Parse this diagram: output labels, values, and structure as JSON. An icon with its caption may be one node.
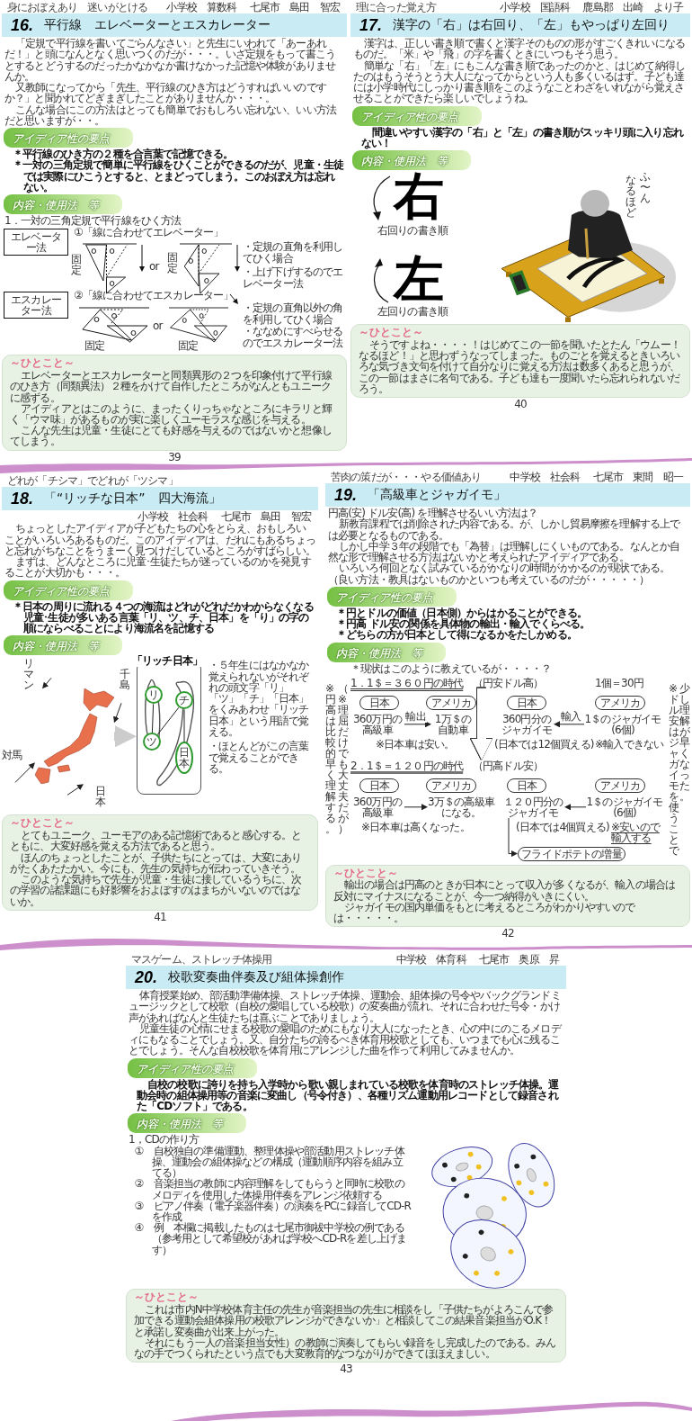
{
  "diagram": {
    "nodes": [
      {
        "text": [
          "16.",
          "平行線　エレベーターとエスカレーター"
        ]
      },
      {
        "text": [
          "アイディア性の要点"
        ]
      },
      {
        "text": [
          "内容・使用法　等"
        ]
      },
      {
        "text": [
          "エレベーター法"
        ]
      },
      {
        "text": [
          "エスカレーター法"
        ]
      },
      {
        "text": [
          "～ひとこと～",
          "エレベーターとエスカレーターと同類異形の２つを印象付けて平行線のひき方（同類異法）２種をかけて自作したところがなんともユニークに感ずる。",
          "アイディアとはこのように、まったくりっちゃなところにキラリと輝く「ウマ味」があるものが実に楽しくユーモラスな感じを与える。",
          "こんな先生は児童・生徒にとても好感を与えるのではないかと想像してしまう。"
        ]
      },
      {
        "text": [
          "17.",
          "漢字の「右」は右回り、「左」もやっぱり左回り"
        ]
      },
      {
        "text": [
          "アイディア性の要点"
        ]
      },
      {
        "text": [
          "内容・使用法　等"
        ]
      },
      {
        "text": [
          "～ひとこと～",
          "そうですよね・・・・！はじめてこの一節を聞いたとたん「ウムー！なるほど！」と思わずうなってしまった。ものごとを覚えるときいろいろな気づき文句を付けて自分なりに覚える方法は数多くあると思うが、この一節はまさに名句である。子ども達も一度聞いたら忘れられないだろう。"
        ]
      },
      {
        "text": [
          "18.",
          "「“リッチな日本”　四大海流」"
        ]
      },
      {
        "text": [
          "アイディア性の要点"
        ]
      },
      {
        "text": [
          "内容・使用法　等"
        ]
      },
      {
        "text": [],
        "shape": "picture"
      },
      {
        "text": [
          "「リッチ日本」"
        ]
      },
      {
        "text": [
          "リ"
        ],
        "in": 14
      },
      {
        "text": [
          "チ"
        ],
        "in": 14
      },
      {
        "text": [
          "ツ"
        ],
        "in": 14
      },
      {
        "text": [
          "日本"
        ],
        "in": 14
      },
      {
        "text": [
          "～ひとこと～",
          "とてもユニーク、ユーモアのある記憶術であると感心する。とともに、大変好感を覚える方法であると思う。",
          "ほんのちょっとしたことが、子供たちにとっては、大変にありがたくあたたかい。今にも、先生の気持ちが伝わっていきそう。",
          "このような気持ちで先生が児童・生徒に接しているうちに、次の学習の諸課題にも好影響をおよぼすのはまちがいないのではないか。"
        ]
      },
      {
        "text": [
          "19.",
          "「高級車とジャガイモ」"
        ]
      },
      {
        "text": [
          "アイディア性の要点"
        ]
      },
      {
        "text": [
          "内容・使用法　等"
        ]
      },
      {
        "text": [
          "日本"
        ]
      },
      {
        "text": [
          "アメリカ"
        ]
      },
      {
        "text": [
          "日本"
        ]
      },
      {
        "text": [
          "アメリカ"
        ]
      },
      {
        "text": [
          "360万円の高級車"
        ]
      },
      {
        "text": [
          "1万＄の自動車"
        ]
      },
      {
        "text": [
          "360円分のジャガイモ"
        ]
      },
      {
        "text": [
          "1＄のジャガイモ(6個)"
        ]
      },
      {
        "text": [
          "日本"
        ]
      },
      {
        "text": [
          "アメリカ"
        ]
      },
      {
        "text": [
          "日本"
        ]
      },
      {
        "text": [
          "アメリカ"
        ]
      },
      {
        "text": [
          "360万円の高級車"
        ]
      },
      {
        "text": [
          "3万＄の高級車になる。"
        ]
      },
      {
        "text": [
          "１２０円分のジャガイモ"
        ]
      },
      {
        "text": [
          "1＄のジャガイモ(6個)"
        ]
      },
      {
        "text": [
          "フライドポテトの増量"
        ]
      },
      {
        "text": [
          "～ひとこと～",
          "輸出の場合は円高のときが日本にとって収入が多くなるが、輸入の場合は反対にマイナスになることが、今一つ納得がいきにくい。",
          "ジャガイモの国内単価をもとに考えるところがわかりやすいのでは・・・・・。"
        ]
      },
      {
        "text": [
          "20.",
          "校歌変奏曲伴奏及び組体操創作"
        ]
      },
      {
        "text": [
          "アイディア性の要点"
        ]
      },
      {
        "text": [
          "内容・使用法　等"
        ]
      },
      {
        "text": [
          "～ひとこと～",
          "これは市内N中学校体育主任の先生が音楽担当の先生に相談をし「子供たちがよろこんで参加できる運動会組体操用の校歌アレンジができないか」と相談してこの結果音楽担当がO.K！と承諾し変奏曲が出来上がった。",
          "それにもう一人の音楽担当女性）の教師に演奏してもらい録音をし完成したのである。みんなの手でつくられたという点でも大変教育的なつながりができてほほえましい。"
        ]
      },
      {
        "text": [
          "（円安ドル高）"
        ]
      },
      {
        "text": [
          "（円高ドル安）"
        ]
      }
    ],
    "edges": [
      {
        "from": 27,
        "to": 28,
        "arrow": "to",
        "label": "輸出"
      },
      {
        "from": 30,
        "to": 29,
        "arrow": "to",
        "label": "輸入"
      },
      {
        "from": 35,
        "to": 36,
        "arrow": "to"
      },
      {
        "from": 38,
        "to": 37,
        "arrow": "to"
      },
      {
        "from": 37,
        "to": 39,
        "arrow": "to"
      },
      {
        "from": 13,
        "to": 14,
        "arrow": "to",
        "style": "thick",
        "color": "#cccccc"
      },
      {
        "from": 15,
        "to": 17,
        "arrow": "none"
      },
      {
        "from": 17,
        "to": 16,
        "arrow": "none"
      },
      {
        "from": 16,
        "to": 18,
        "arrow": "none"
      },
      {
        "from": null,
        "to": 13,
        "arrow": "to"
      },
      {
        "from": null,
        "to": 13,
        "arrow": "to"
      },
      {
        "from": null,
        "to": 13,
        "arrow": "to"
      },
      {
        "from": null,
        "to": 13,
        "arrow": "to"
      },
      {
        "from": 45,
        "to": 46,
        "arrow": "to",
        "style": "thick",
        "color": "#ffffff"
      }
    ],
    "labels": [
      "身におぼえあり　迷いがとける",
      "小学校　算数科",
      "七尾市　島田　智宏",
      "「定規で平行線を書いてごらんなさい」と先生にいわれて「あーあれだ！」と頭になんとなく思いつくのだが・・・。いざ定規をもって書こうとするとどうするのだったかなかなか書けなかった記憶や体験がありませんか。",
      "又教師になってから「先生、平行線のひき方はどうすればいいのですか？」と聞かれてどぎまぎしたことがありませんか・・・。",
      "こんな場合にこの方法はとっても簡単でおもしろい忘れない、いい方法だと思いますが・・。",
      "＊平行線のひき方の２種を合言葉で記憶できる。",
      "＊一対の三角定規で簡単に平行線をひくことができるのだが、児童・生徒では実際にひこうとすると、とまどってしまう。このおぼえ方は忘れない。",
      "1．一対の三角定規で平行線をひく方法",
      "①「線に合わせてエレベーター」",
      "固定",
      "or",
      "固定",
      "・定規の直角を利用してひく場合",
      "・上げ下げするのでエレベーター法",
      "②「線に合わせてエスカレーター」",
      "固定",
      "or",
      "固定",
      "・定規の直角以外の角を利用してひく場合",
      "・ななめにすべらせるのでエスカレーター法",
      "39",
      "理に合った覚え方",
      "小学校　国語科",
      "鹿島郡　出崎　より子",
      "漢字は、正しい書き順で書くと漢字そのものの形がすごくきれいになるものだ。「米」や「飛」の字を書くときにいつもそう思う。",
      "簡単な「右」「左」にもこんな書き順であったのかと、はじめて納得したのはもうそうとう大人になってからという人も多くいるはず。子ども達には小学時代にしっかり書き順をこのようなことわざをいれながら覚えさせることができたら楽しいでしょうね。",
      "間違いやすい漢字の「右」と「左」の書き順がスッキリ頭に入り忘れない！",
      "右",
      "右回りの書き順",
      "左",
      "左回りの書き順",
      "ふ〜ん",
      "なるほど",
      "40",
      "どれが「チシマ」でどれが「ツシマ」",
      "小学校　社会科",
      "七尾市　島田　智宏",
      "ちょっとしたアイディアが子どもたちの心をとらえ、おもしろいことがいろいろあるものだ。このアイディアは、だれにもあるちょっと忘れがちなことをうまーく見つけだしているところがすばらしい。",
      "まずは、どんなところに児童･生徒たちが迷っているのかを発見することが大切かも・・・。",
      "＊日本の周りに流れる４つの海流はどれがどれだかわからなくなる児童･生徒が多いある言葉「リ、ツ、チ、日本」を「り」の字の順にならべることにより海流名を記憶する",
      "リマン",
      "千島",
      "対馬",
      "日本",
      "・５年生にはなかなか覚えられないがそれぞれの頭文字「リ」「ツ」「チ」「日本」をくみあわせ「リッチ日本」という用語で覚える。",
      "・ほとんどがこの言葉で覚えることができる。",
      "41",
      "苦肉の策だが・・・やる価値あり",
      "中学校　社会科",
      "七尾市　東間　昭一",
      "円高(安) ドル安(高) を理解させるいい方法は？",
      "新教育課程では削除された内容である。が、しかし貿易摩擦を理解する上では必要となるものである。",
      "しかし中学３年の段階でも「為替」は理解しにくいものである。なんとか自然な形で理解させる方法はないかと考えられたアイディアである。",
      "いろいろ何回となく試みているがかなりの時間がかかるのが現状である。",
      "（良い方法・教具はないものかといつも考えているのだが・・・・・）",
      "＊円とドルの価値（日本側）からはかることができる。",
      "＊円高 ドル安の関係を具体物の輸出・輸入でくらべる。",
      "＊どちらの方が日本として得になるかをたしかめる。",
      "＊現状はこのように教えているが・・・・？",
      "1．1＄＝３６０円の時代",
      "1個＝30円",
      "※日本車は安い。",
      "(日本では12個買える)",
      "※輸入できない",
      "2．1＄＝１２０円の時代",
      "※日本車は高くなった。",
      "(日本では4個買える)",
      "※安いので輸入する",
      "※円高は比較的早く理解する。",
      "（※理屈だけでも大丈夫だが）",
      "※ドル安はジャガイモを使うことで",
      "少し理解が早くなった。",
      "42",
      "マスゲーム、ストレッチ体操用",
      "中学校　体育科",
      "七尾市　奥原　昇",
      "体育授業始め、部活動準備体操、ストレッチ体操、運動会、組体操の号令やバックグランドミュージックとして校歌（自校の愛唱している校歌）の変奏曲が流れ、それに合わせた号令・かけ声があればなんと生徒たちは喜ぶことでありましょう。",
      "児童生徒の心情にせまる校歌の愛唱のためにもなり大人になったとき、心の中にのこるメロディにもなることでしょう。又、自分たちの誇るべき体育用校歌としても、いつまでも心に残ることでしょう。そんな自校校歌を体育用にアレンジした曲を作って利用してみませんか。",
      "自校の校歌に誇りを持ち入学時から歌い親しまれている校歌を体育時のストレッチ体操。運動会時の組体操用等の音楽に変曲し（号令付き）、各種リズム運動用レコードとして録音された「CDソフト」である。",
      "1，CDの作り方",
      "①　自校独自の準備運動、整理体操や部活動用ストレッチ体操、運動会の組体操などの構成（運動順序内容を組み立てる）",
      "②　音楽担当の教師に内容理解をしてもらうと同時に校歌のメロディを使用した体操用伴奏をアレンジ依頼する",
      "③　ピアノ伴奏（電子楽器伴奏）の演奏をPCに録音してCD-Rを作成",
      "④　例　本欄に掲載したものは七尾市御祓中学校の例である（参考用として希望校があれば学校へCD-Rを差し上げます）",
      "43"
    ]
  }
}
